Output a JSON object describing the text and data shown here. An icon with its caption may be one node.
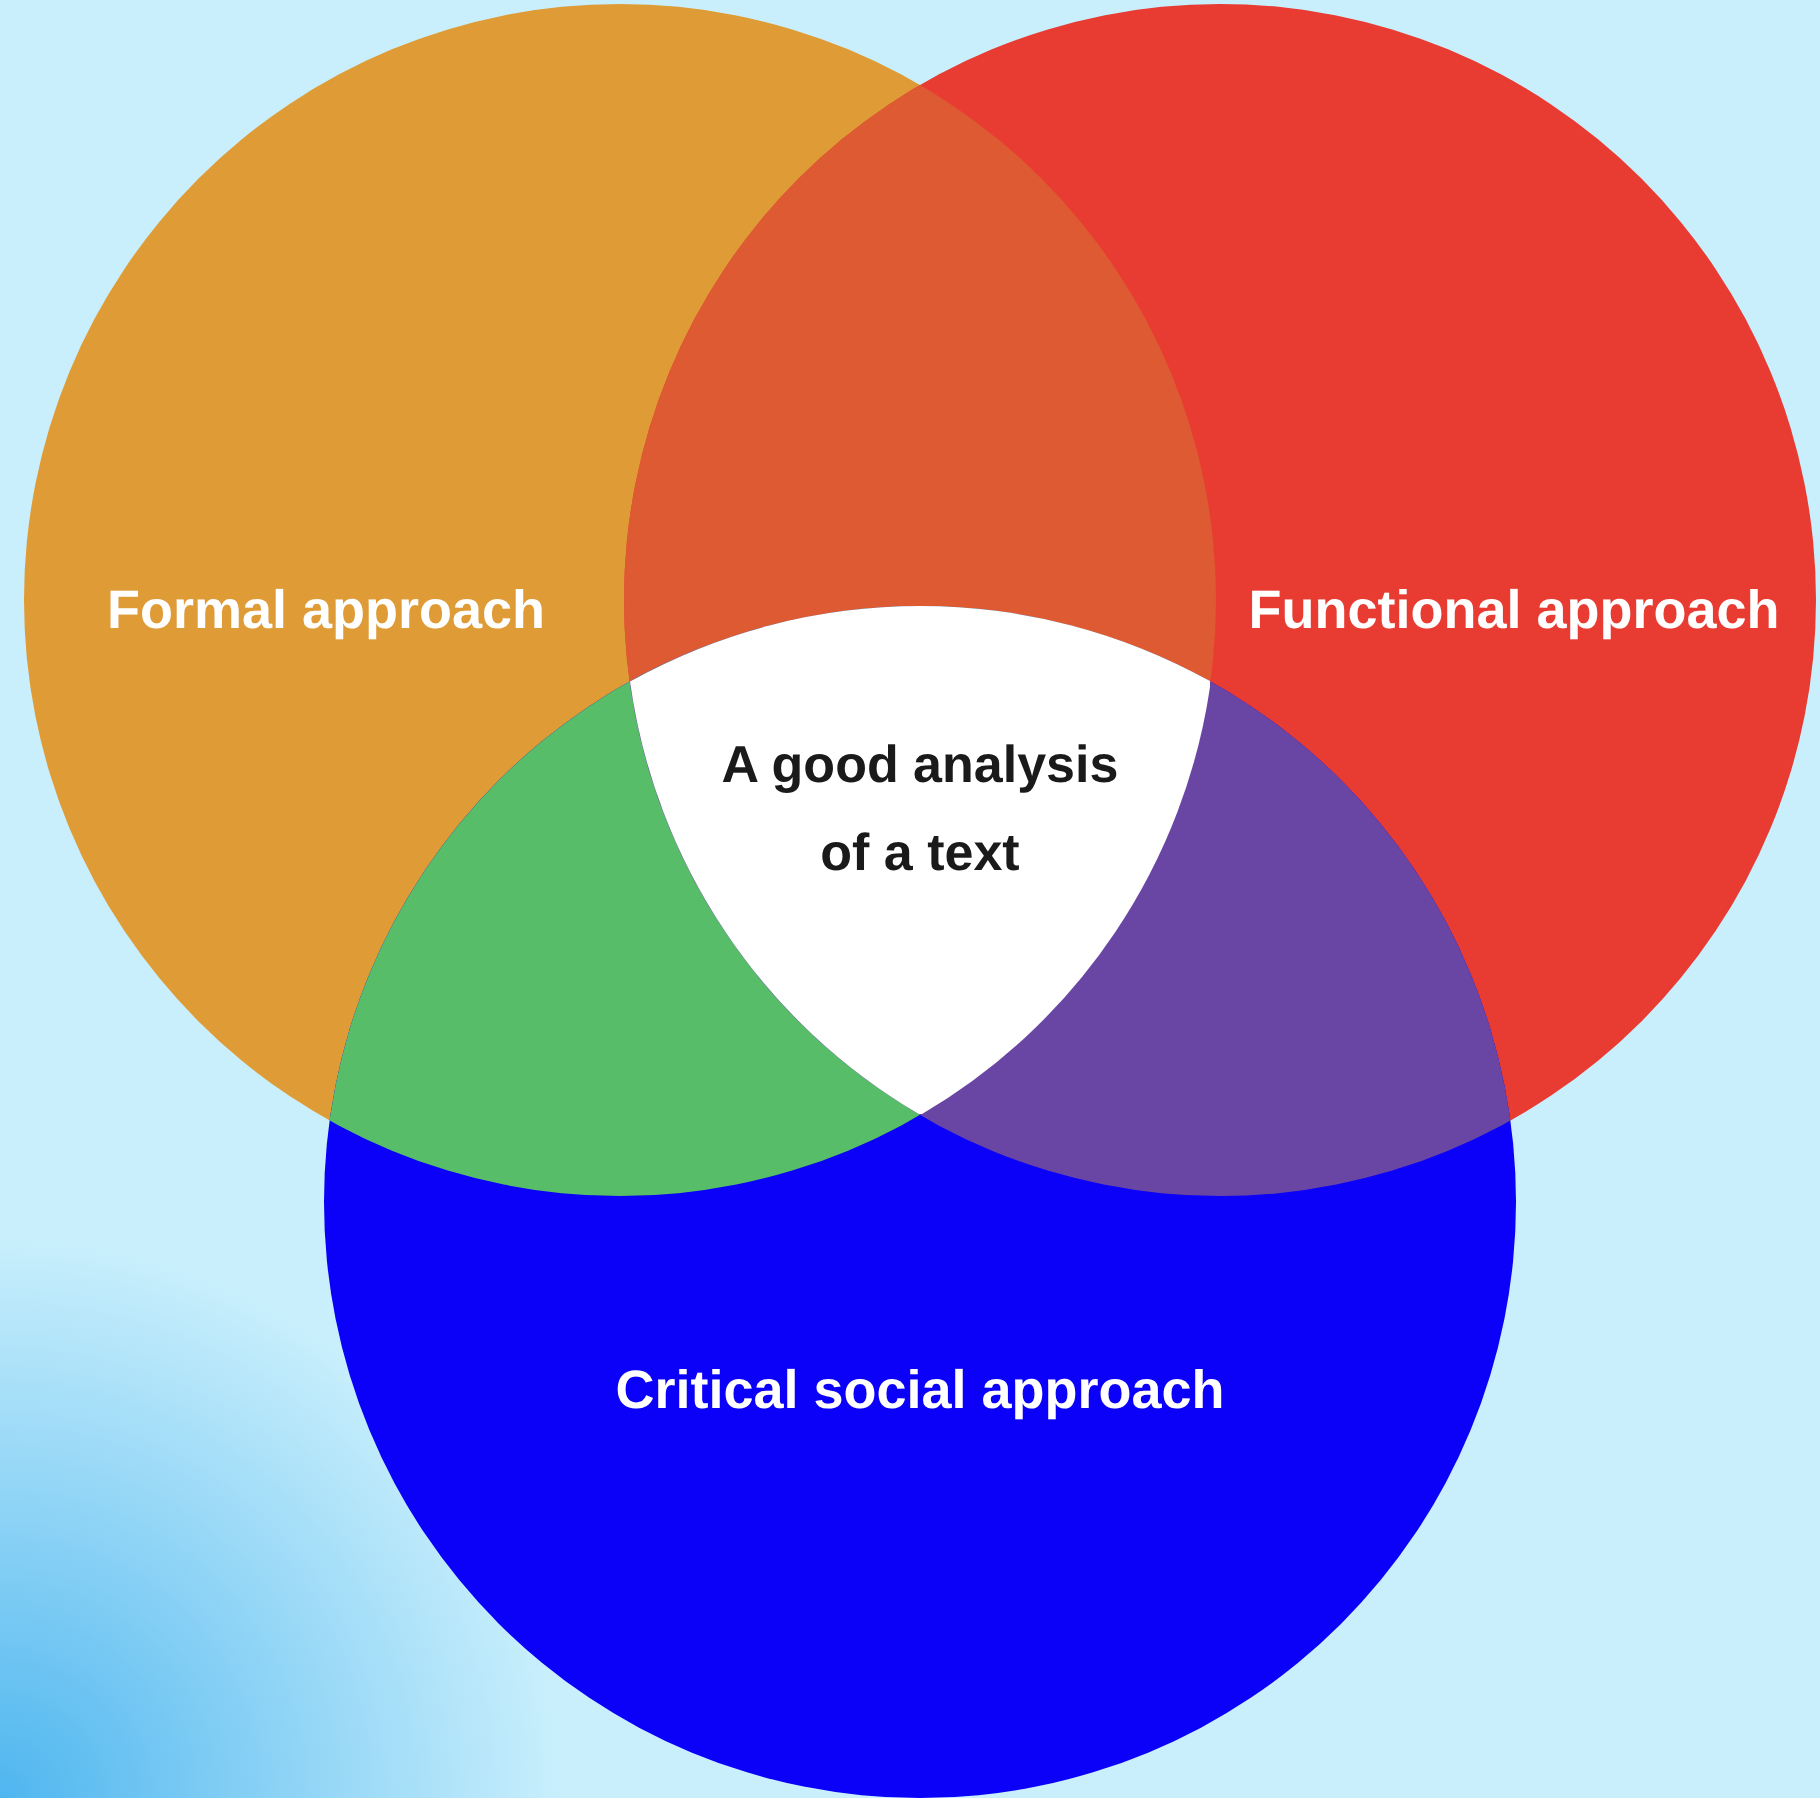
{
  "diagram": {
    "nodes": [
      {
        "text": [
          "Formal approach"
        ]
      },
      {
        "text": [
          "Functional approach"
        ]
      },
      {
        "text": [
          "Critical social approach"
        ]
      },
      {
        "text": [
          "A good analysis of a text"
        ]
      }
    ]
  }
}
